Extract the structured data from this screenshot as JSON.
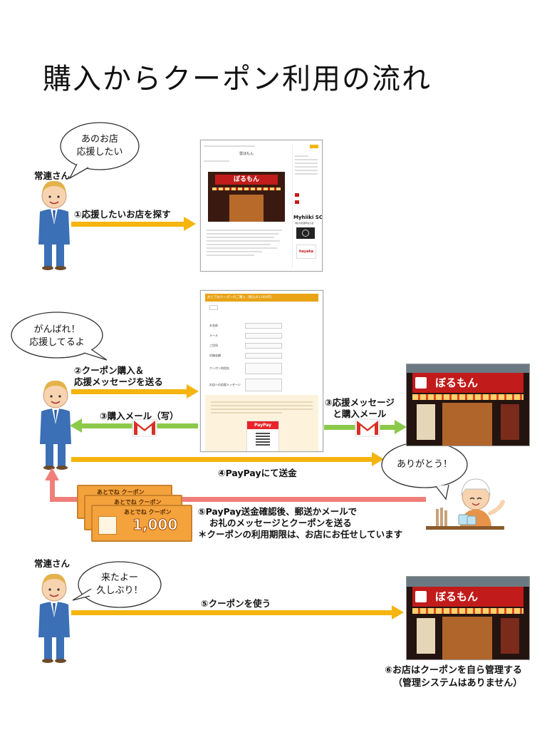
{
  "title": "購入からクーポン利用の流れ",
  "section1": {
    "user_label": "常連さん",
    "bubble": [
      "あのお店",
      "応援したい"
    ],
    "step_label": "①応援したいお店を探す",
    "page_header": "雷ほもん",
    "brand_name": "Myhiiki SC",
    "brand_sub": "(株)高松盛岡協力会",
    "logo_text": "hayaka"
  },
  "section2": {
    "bubble": [
      "がんばれ！",
      "応援してるよ"
    ],
    "step2_label": [
      "②クーポン購入＆",
      "応援メッセージを送る"
    ],
    "step3a_label": "③購入メール（写）",
    "step3b_label": [
      "③応援メッセージ",
      "と購入メール"
    ],
    "step4_label": "④PayPayにて送金",
    "thanks_bubble": "ありがとう！",
    "step5_label": [
      "⑤PayPay送金確認後、郵送かメールで",
      "お礼のメッセージとクーポンを送る",
      "＊クーポンの利用期限は、お店にお任せしています"
    ],
    "form_header": "おとでねクーポンのご購入（税込み1,000円）",
    "paypay_text": "PayPay",
    "coupon_header": "あとでね クーポン",
    "coupon_amount": "1,000",
    "form_rows": [
      "お名前",
      "メール",
      "ご住所",
      "対価金額",
      "クーポン利用先",
      "お店への応援メッセージ"
    ]
  },
  "section3": {
    "user_label": "常連さん",
    "bubble": [
      "来たよー",
      "久しぶり！"
    ],
    "step_label": "⑤クーポンを使う",
    "note": [
      "⑥お店はクーポンを自ら管理する",
      "（管理システムはありません）"
    ]
  },
  "store_sign": "ぼるもん",
  "colors": {
    "arrow_yellow": "#f6b50e",
    "arrow_green": "#8cc94a",
    "arrow_pink": "#f07f7a",
    "store_red": "#c21b1b"
  }
}
